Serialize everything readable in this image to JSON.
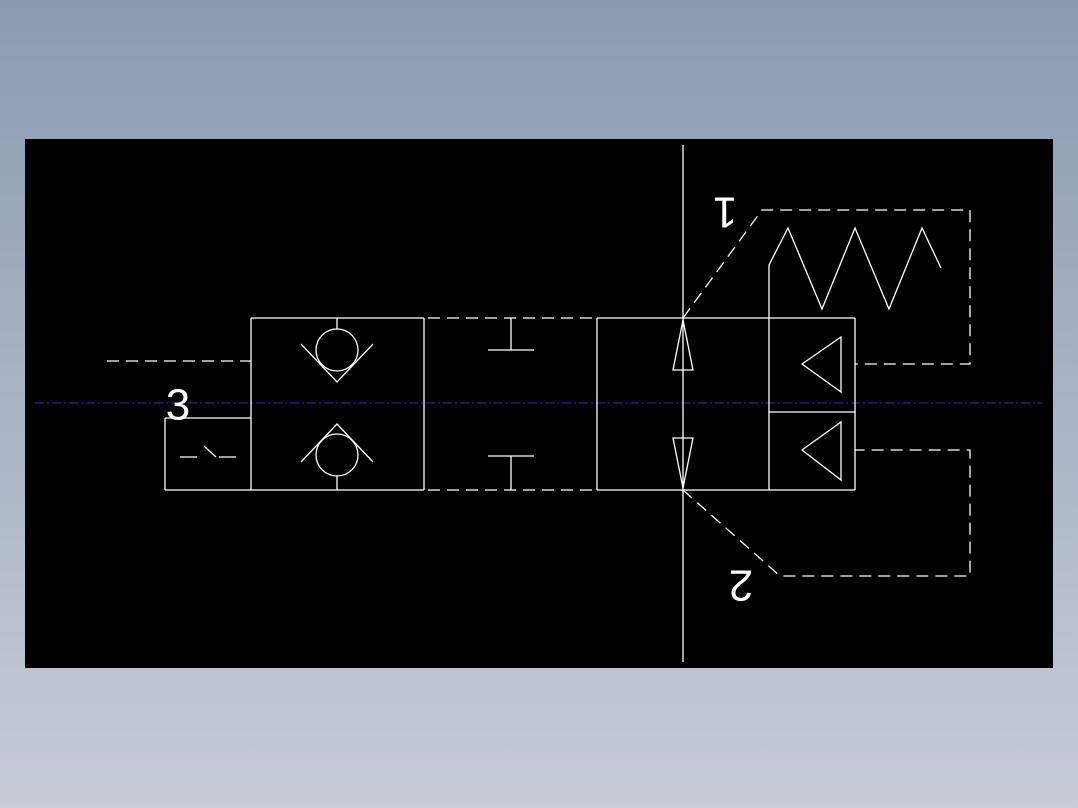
{
  "drawing": {
    "port_labels": {
      "port_3": "3",
      "port_1": "1",
      "port_2": "2"
    }
  },
  "colors": {
    "canvas_background": "#000000",
    "line": "#ffffff",
    "center_line": "#1e2bd6",
    "viewer_background_top": "#8a9bb1",
    "viewer_background_bottom": "#c7ccd6"
  },
  "icons": {
    "check_valve": "check-valve-icon",
    "spring": "spring-icon",
    "pilot_triangle": "pilot-triangle-icon",
    "flow_arrow": "flow-arrow-icon",
    "switch": "switch-icon"
  }
}
